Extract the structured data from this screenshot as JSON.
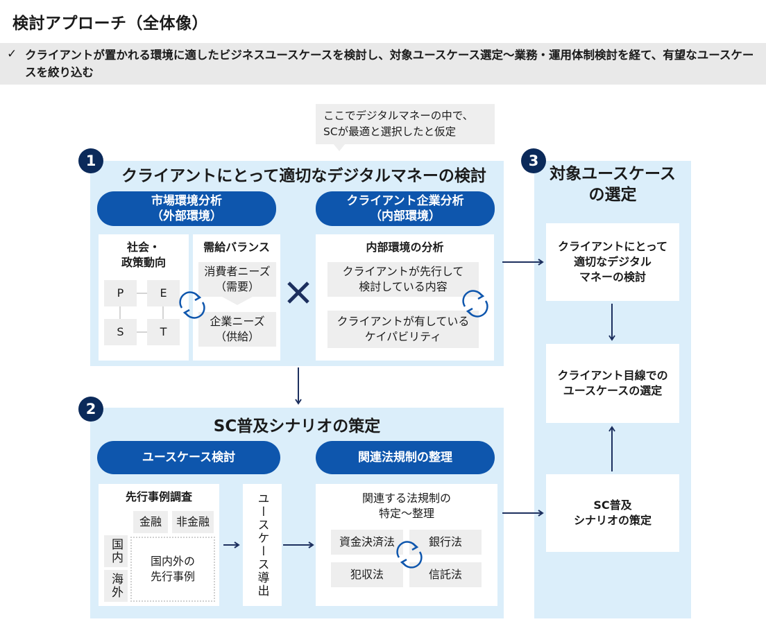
{
  "page": {
    "title": "検討アプローチ（全体像）"
  },
  "summary": {
    "check": "✓",
    "text": "クライアントが置かれる環境に適したビジネスユースケースを検討し、対象ユースケース選定～業務・運用体制検討を経て、有望なユースケースを絞り込む"
  },
  "note": {
    "line1": "ここでデジタルマネーの中で、",
    "line2": "SCが最適と選択したと仮定"
  },
  "section1": {
    "number": "1",
    "title": "クライアントにとって適切なデジタルマネーの検討",
    "pill_left": {
      "line1": "市場環境分析",
      "line2": "（外部環境）"
    },
    "pill_right": {
      "line1": "クライアント企業分析",
      "line2": "（内部環境）"
    },
    "social": {
      "line1": "社会・",
      "line2": "政策動向",
      "p": "P",
      "e": "E",
      "s": "S",
      "t": "T"
    },
    "balance": {
      "title": "需給バランス",
      "demand": {
        "line1": "消費者ニーズ",
        "line2": "（需要）"
      },
      "supply": {
        "line1": "企業ニーズ",
        "line2": "（供給）"
      }
    },
    "times": "×",
    "internal": {
      "title": "内部環境の分析",
      "item1": {
        "line1": "クライアントが先行して",
        "line2": "検討している内容"
      },
      "item2": {
        "line1": "クライアントが有している",
        "line2": "ケイパビリティ"
      }
    }
  },
  "section2": {
    "number": "2",
    "title": "SC普及シナリオの策定",
    "pill_left": "ユースケース検討",
    "pill_right": "関連法規制の整理",
    "precedent": {
      "title": "先行事例調査",
      "col1": "金融",
      "col2": "非金融",
      "row1": "国内",
      "row2": "海外",
      "center": {
        "line1": "国内外の",
        "line2": "先行事例"
      }
    },
    "derive": "ユースケース導出",
    "laws": {
      "title": {
        "line1": "関連する法規制の",
        "line2": "特定～整理"
      },
      "items": [
        "資金決済法",
        "銀行法",
        "犯収法",
        "信託法"
      ]
    }
  },
  "section3": {
    "number": "3",
    "title": {
      "line1": "対象ユースケース",
      "line2": "の選定"
    },
    "box1": {
      "line1": "クライアントにとって",
      "line2": "適切なデジタル",
      "line3": "マネーの検討"
    },
    "box2": {
      "line1": "クライアント目線での",
      "line2": "ユースケースの選定"
    },
    "box3": {
      "line1": "SC普及",
      "line2": "シナリオの策定"
    }
  },
  "colors": {
    "navy": "#0b2a5a",
    "pill_blue": "#0e56ad",
    "section_bg": "#dbeefa",
    "gray_box": "#eeeeee",
    "arrow": "#1c2f5e",
    "cycle_arrow": "#0e56ad"
  }
}
